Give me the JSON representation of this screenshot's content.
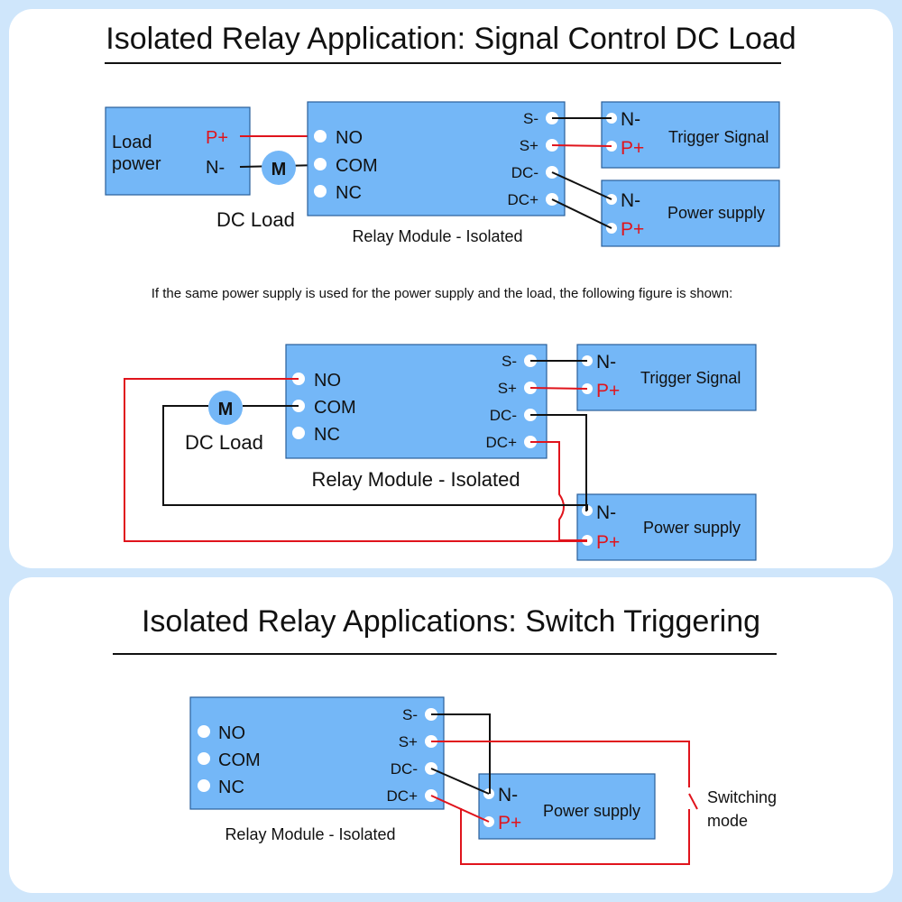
{
  "section1": {
    "title": "Isolated Relay Application: Signal Control DC Load",
    "note": "If the same power supply is used for the power supply and the load, the following figure is shown:"
  },
  "section2": {
    "title": "Isolated Relay Applications: Switch Triggering"
  },
  "labels": {
    "load_power_line1": "Load",
    "load_power_line2": "power",
    "p_plus": "P+",
    "n_minus": "N-",
    "motor": "M",
    "dc_load": "DC Load",
    "relay_module": "Relay Module - Isolated",
    "no": "NO",
    "com": "COM",
    "nc": "NC",
    "s_minus": "S-",
    "s_plus": "S+",
    "dc_minus": "DC-",
    "dc_plus": "DC+",
    "trigger_signal": "Trigger Signal",
    "power_supply": "Power supply",
    "switching_line1": "Switching",
    "switching_line2": "mode"
  },
  "colors": {
    "box_fill": "#74b7f7",
    "box_stroke": "#2a5f9a",
    "wire_black": "#111111",
    "wire_red": "#e0141c",
    "terminal": "#ffffff",
    "panel": "#ffffff",
    "background": "#cfe6fb"
  }
}
